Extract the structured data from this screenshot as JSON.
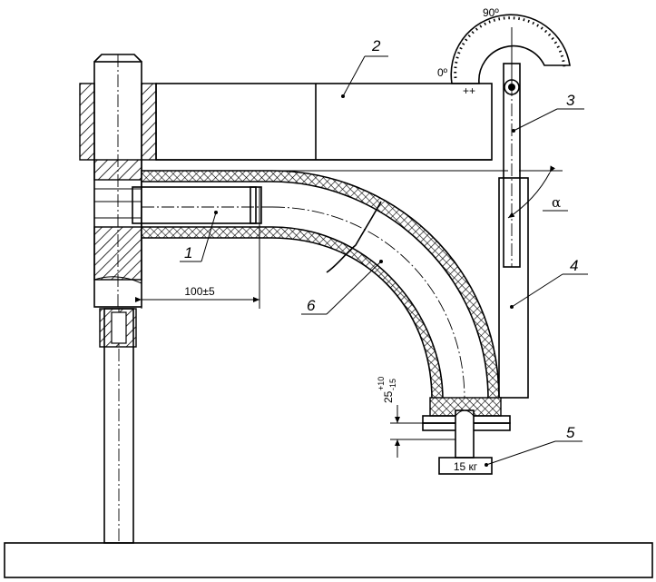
{
  "labels": {
    "item1": "1",
    "item2": "2",
    "item3": "3",
    "item4": "4",
    "item5": "5",
    "item6": "6"
  },
  "dimensions": {
    "length": "100±5",
    "gap_base": "25",
    "gap_upper_tol": "+10",
    "gap_lower_tol": "-15"
  },
  "protractor": {
    "zero": "0º",
    "ninety": "90º"
  },
  "angle_symbol": "α",
  "weight_label": "15 кг"
}
